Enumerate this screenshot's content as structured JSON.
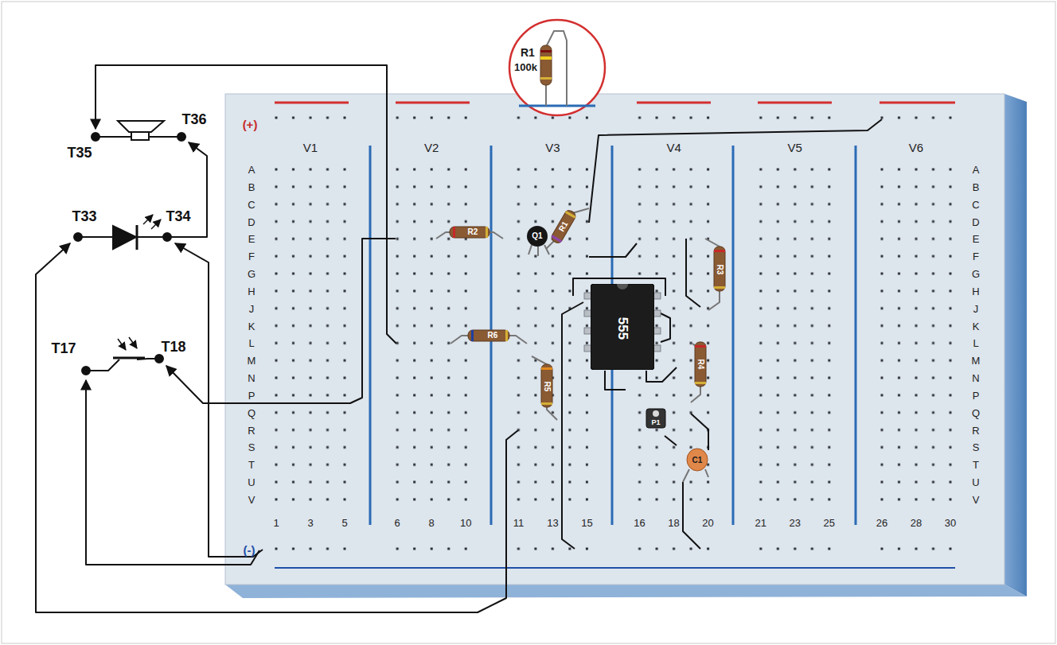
{
  "diagram": {
    "nodes": [
      {
        "text": [
          "R1",
          "100k"
        ]
      },
      {
        "text": [
          "555"
        ]
      }
    ],
    "labels": [
      "(+)",
      "V1",
      "V2",
      "V3",
      "V4",
      "V5",
      "V6",
      "A",
      "B",
      "C",
      "D",
      "E",
      "F",
      "G",
      "H",
      "J",
      "K",
      "L",
      "M",
      "N",
      "P",
      "Q",
      "R",
      "S",
      "T",
      "U",
      "V",
      "A",
      "B",
      "C",
      "D",
      "E",
      "F",
      "G",
      "H",
      "J",
      "K",
      "L",
      "M",
      "N",
      "P",
      "Q",
      "R",
      "S",
      "T",
      "U",
      "V",
      "1",
      "3",
      "5",
      "6",
      "8",
      "10",
      "11",
      "13",
      "15",
      "16",
      "18",
      "20",
      "21",
      "23",
      "25",
      "26",
      "28",
      "30",
      "(-)",
      "T35",
      "T36",
      "T33",
      "T34",
      "T17",
      "T18",
      "R2",
      "Q1",
      "R1",
      "R6",
      "R5",
      "R3",
      "R4",
      "P1",
      "C1"
    ]
  }
}
